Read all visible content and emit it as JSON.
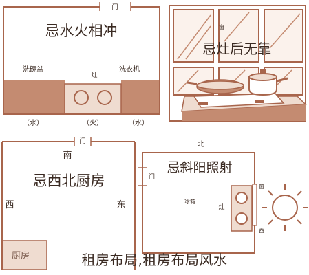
{
  "colors": {
    "line": "#a8654c",
    "wall": "#c48b71",
    "fill": "#efdcd0",
    "text": "#3a2a22"
  },
  "panel1": {
    "door": "门",
    "title": "忌水火相冲",
    "left_label": "洗碗盆",
    "right_label": "洗衣机",
    "stove_label": "灶",
    "bottom_left": "（水）",
    "bottom_mid": "（火）",
    "bottom_right": "（水）"
  },
  "panel2": {
    "window": "窗",
    "title": "忌灶后无靠"
  },
  "panel3": {
    "door": "门",
    "south": "南",
    "title": "忌西北厨房",
    "west": "西",
    "east": "东",
    "room": "厨房"
  },
  "panel4": {
    "north": "北",
    "door": "门",
    "title": "忌斜阳照射",
    "wall_label": "冰箱",
    "stove_label": "灶",
    "window_top": "窗",
    "west": "西"
  },
  "caption": "租房布局,租房布局风水"
}
